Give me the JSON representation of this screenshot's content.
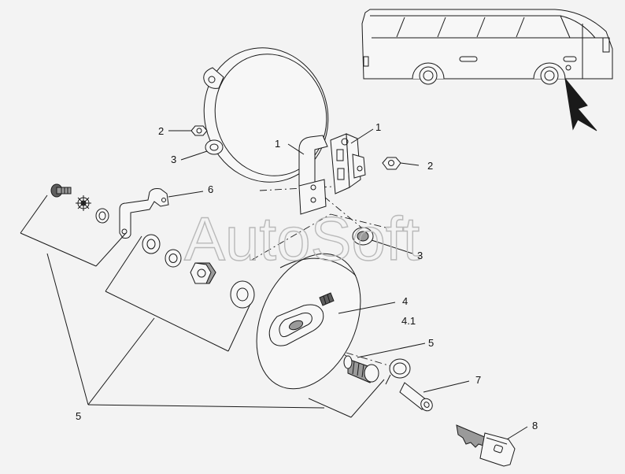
{
  "watermark": "AutoSoft",
  "callouts": {
    "c1a": "1",
    "c1b": "1",
    "c2a": "2",
    "c2b": "2",
    "c3a": "3",
    "c3b": "3",
    "c4": "4",
    "c41": "4.1",
    "c5a": "5",
    "c5b": "5",
    "c6": "6",
    "c7": "7",
    "c8": "8"
  },
  "icons": {
    "bus": "bus-side-view-icon",
    "pointer": "location-arrow-icon"
  }
}
